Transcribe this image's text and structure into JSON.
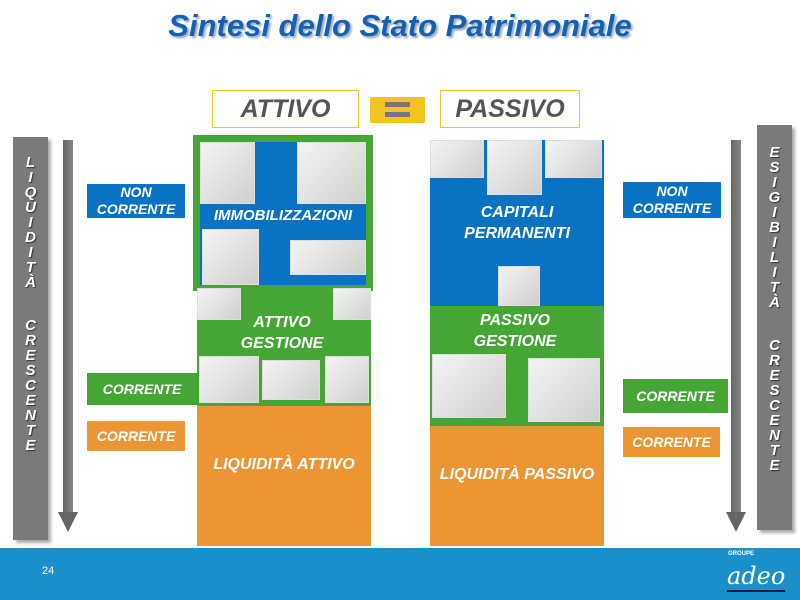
{
  "title": "Sintesi dello Stato Patrimoniale",
  "header": {
    "attivo": "ATTIVO",
    "passivo": "PASSIVO"
  },
  "left_bar": {
    "letters": [
      "L",
      "I",
      "Q",
      "U",
      "I",
      "D",
      "I",
      "T",
      "À",
      "",
      "C",
      "R",
      "E",
      "S",
      "C",
      "E",
      "N",
      "T",
      "E"
    ]
  },
  "right_bar": {
    "letters": [
      "E",
      "S",
      "I",
      "G",
      "I",
      "B",
      "I",
      "L",
      "I",
      "T",
      "À",
      "",
      "C",
      "R",
      "E",
      "S",
      "C",
      "E",
      "N",
      "T",
      "E"
    ]
  },
  "labels": {
    "non_corrente": "NON CORRENTE",
    "corrente": "CORRENTE"
  },
  "attivo": {
    "immobilizzazioni": "IMMOBILIZZAZIONI",
    "gestione": "ATTIVO GESTIONE",
    "liquidita": "LIQUIDITÀ ATTIVO"
  },
  "passivo": {
    "capitali": "CAPITALI PERMANENTI",
    "gestione": "PASSIVO GESTIONE",
    "liquidita": "LIQUIDITÀ PASSIVO"
  },
  "footer": {
    "page": "24",
    "logo_small": "GROUPE",
    "logo": "adeo"
  }
}
